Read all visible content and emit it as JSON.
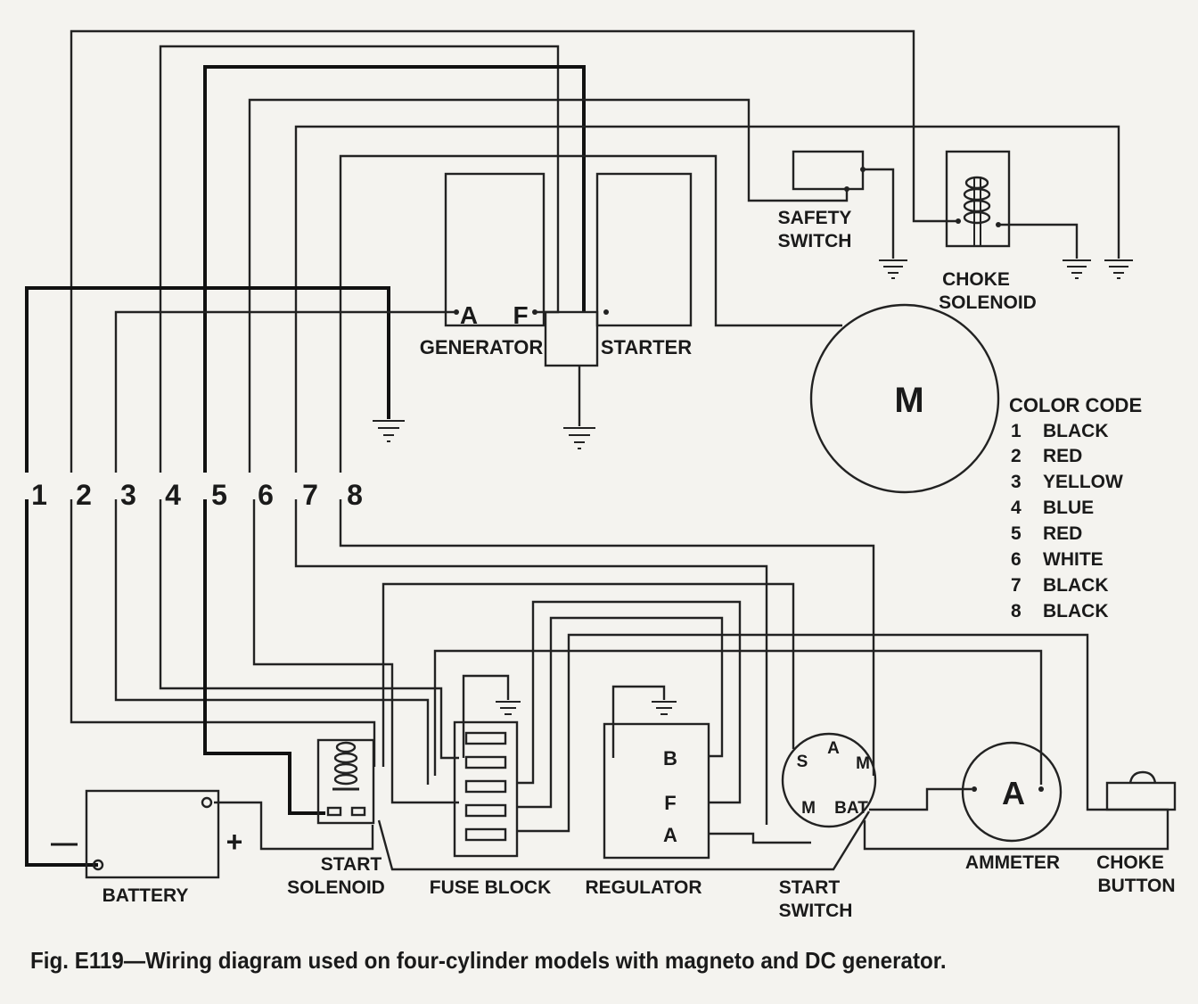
{
  "components": {
    "generator": {
      "label": "GENERATOR",
      "terminal_a": "A",
      "terminal_f": "F"
    },
    "starter": {
      "label": "STARTER"
    },
    "safety_switch": {
      "label_line1": "SAFETY",
      "label_line2": "SWITCH"
    },
    "choke_solenoid": {
      "label_line1": "CHOKE",
      "label_line2": "SOLENOID"
    },
    "magneto": {
      "label": "M"
    },
    "battery": {
      "label": "BATTERY",
      "neg": "—",
      "pos": "+"
    },
    "start_solenoid": {
      "label_line1": "START",
      "label_line2": "SOLENOID"
    },
    "fuse_block": {
      "label": "FUSE BLOCK"
    },
    "regulator": {
      "label": "REGULATOR",
      "terminal_b": "B",
      "terminal_f": "F",
      "terminal_a": "A"
    },
    "start_switch": {
      "label_line1": "START",
      "label_line2": "SWITCH",
      "t_s": "S",
      "t_a": "A",
      "t_m1": "M",
      "t_m2": "M",
      "t_bat": "BAT"
    },
    "ammeter": {
      "label": "AMMETER",
      "symbol": "A"
    },
    "choke_button": {
      "label_line1": "CHOKE",
      "label_line2": "BUTTON"
    }
  },
  "wire_numbers": [
    "1",
    "2",
    "3",
    "4",
    "5",
    "6",
    "7",
    "8"
  ],
  "color_code": {
    "title": "COLOR CODE",
    "entries": [
      {
        "num": "1",
        "color": "BLACK"
      },
      {
        "num": "2",
        "color": "RED"
      },
      {
        "num": "3",
        "color": "YELLOW"
      },
      {
        "num": "4",
        "color": "BLUE"
      },
      {
        "num": "5",
        "color": "RED"
      },
      {
        "num": "6",
        "color": "WHITE"
      },
      {
        "num": "7",
        "color": "BLACK"
      },
      {
        "num": "8",
        "color": "BLACK"
      }
    ]
  },
  "caption": "Fig. E119—Wiring diagram used on four-cylinder models with magneto and DC generator."
}
